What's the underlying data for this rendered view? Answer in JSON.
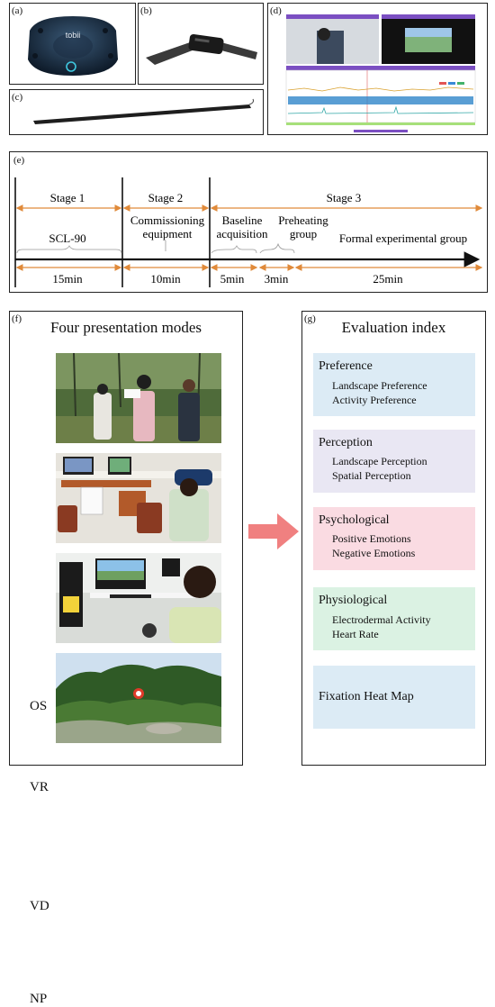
{
  "panels": {
    "a": "(a)",
    "b": "(b)",
    "c": "(c)",
    "d": "(d)",
    "e": "(e)",
    "f": "(f)",
    "g": "(g)"
  },
  "device_a": {
    "brand": "tobii"
  },
  "timeline": {
    "stages": [
      "Stage 1",
      "Stage 2",
      "Stage 3"
    ],
    "tasks": [
      "SCL-90",
      "Commissioning\nequipment",
      "Baseline\nacquisition",
      "Preheating\ngroup",
      "Formal experimental group"
    ],
    "durations": [
      "15min",
      "10min",
      "5min",
      "3min",
      "25min"
    ]
  },
  "presentation": {
    "title": "Four presentation modes",
    "modes": [
      "OS",
      "VR",
      "VD",
      "NP"
    ]
  },
  "evaluation": {
    "title": "Evaluation index",
    "categories": [
      {
        "name": "Preference",
        "items": [
          "Landscape Preference",
          "Activity Preference"
        ],
        "color": "#dcebf5"
      },
      {
        "name": "Perception",
        "items": [
          "Landscape Perception",
          "Spatial Perception"
        ],
        "color": "#e9e7f3"
      },
      {
        "name": "Psychological",
        "items": [
          "Positive Emotions",
          "Negative Emotions"
        ],
        "color": "#fadbe2"
      },
      {
        "name": "Physiological",
        "items": [
          "Electrodermal Activity",
          "Heart Rate"
        ],
        "color": "#dbf2e3"
      },
      {
        "name": "Fixation Heat Map",
        "items": [],
        "color": "#dcebf5"
      }
    ]
  },
  "colors": {
    "arrow": "#f08080",
    "timeline_arrow": "#e08a3a"
  }
}
